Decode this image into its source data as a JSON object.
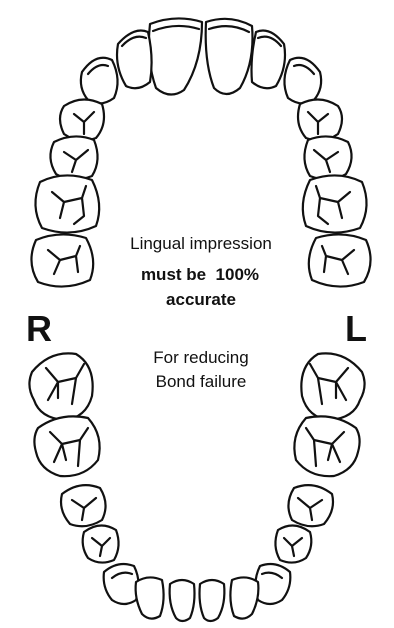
{
  "labels": {
    "line1": "Lingual impression",
    "line2": "must be  100%",
    "line3": "accurate",
    "line4": "For reducing",
    "line5": "Bond failure",
    "right": "R",
    "left": "L"
  },
  "colors": {
    "stroke": "#111111",
    "background": "#ffffff"
  }
}
